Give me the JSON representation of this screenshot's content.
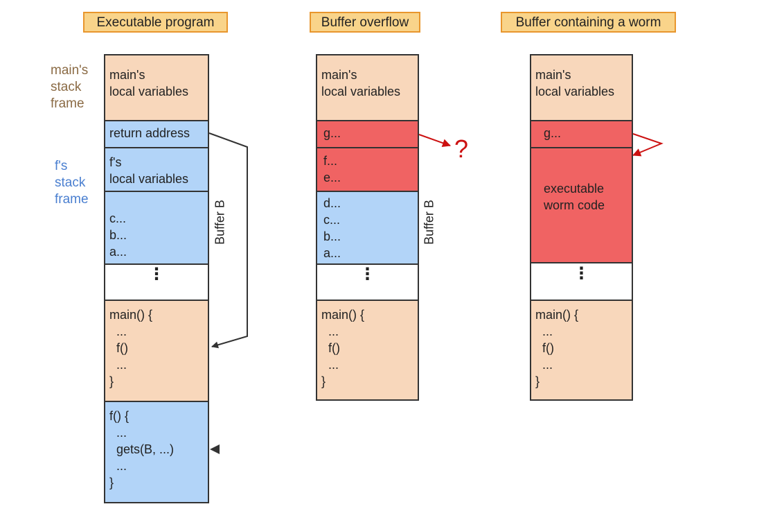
{
  "titles": {
    "left": "Executable program",
    "middle": "Buffer overflow",
    "right": "Buffer containing a worm"
  },
  "side_labels": {
    "main_frame": [
      "main's",
      "stack",
      "frame"
    ],
    "f_frame": [
      "f's",
      "stack",
      "frame"
    ],
    "buffer_b": "Buffer B"
  },
  "common": {
    "main_locals": [
      "main's",
      "local variables"
    ],
    "main_code": [
      "main() {",
      "  ...",
      "  f()",
      "  ...",
      "}"
    ],
    "ellipsis": "⋮"
  },
  "left": {
    "return_address": "return address",
    "f_locals": [
      "f's",
      "local variables"
    ],
    "buffer_vars": [
      "c...",
      "b...",
      "a..."
    ],
    "f_code": [
      "f() {",
      "  ...",
      "  gets(B, ...)",
      "  ...",
      "}"
    ]
  },
  "middle": {
    "overwritten_return": "g...",
    "overflow_locals": [
      "f...",
      "e..."
    ],
    "buffer_vars": [
      "d...",
      "c...",
      "b...",
      "a..."
    ],
    "question": "?"
  },
  "right": {
    "overwritten_return": "g...",
    "worm_code": [
      "executable",
      "worm code"
    ]
  },
  "colors": {
    "main_frame_fill": "#f8d7bb",
    "f_frame_fill": "#b2d4f8",
    "overflow_fill": "#f06363",
    "title_fill": "#f9d48a",
    "title_border": "#e8962d",
    "main_label": "#8b6b45",
    "f_label": "#4a7fd0",
    "arrow_red": "#cc1111",
    "arrow_dark": "#333333"
  }
}
